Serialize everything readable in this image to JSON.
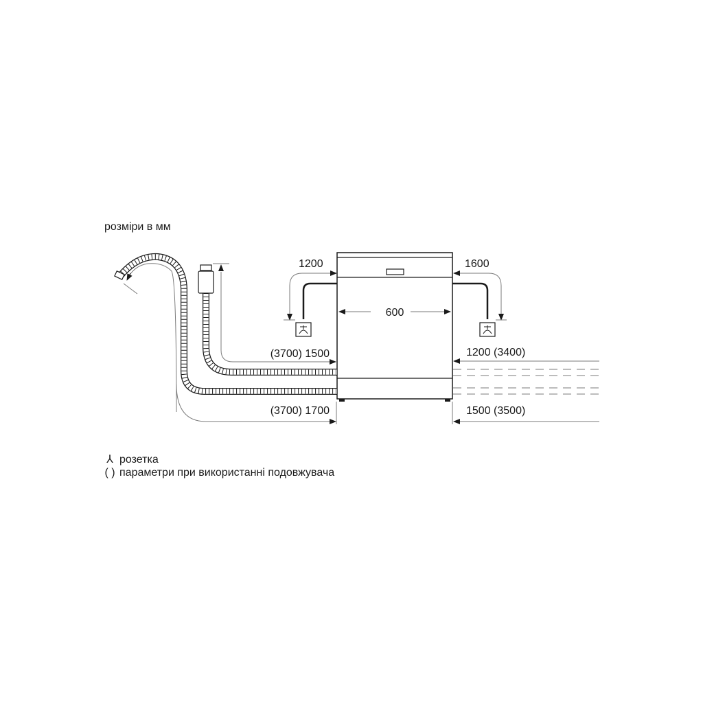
{
  "title": "розміри в мм",
  "dimensions": {
    "width": "600",
    "cable_left": "1200",
    "cable_right": "1600",
    "hose_inlet_left": "(3700) 1500",
    "hose_drain_left": "(3700) 1700",
    "hose_inlet_right": "1200 (3400)",
    "hose_drain_right": "1500 (3500)"
  },
  "legend": {
    "socket_symbol": "⅄",
    "socket_label": "розетка",
    "paren_symbol": "( )",
    "paren_label": "параметри при використанні подовжувача"
  },
  "colors": {
    "line": "#1a1a1a",
    "dim_line": "#7a7a7a"
  }
}
